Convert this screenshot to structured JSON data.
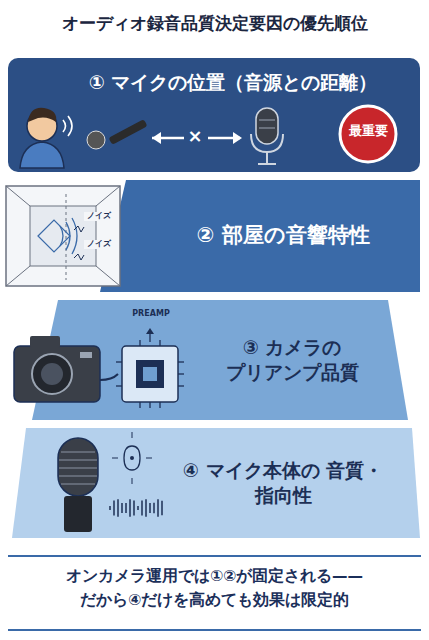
{
  "diagram": {
    "title": "オーディオ録音品質決定要因の優先順位",
    "caption": "オンカメラ運用では①②が固定される—— だから④だけを高めても効果は限定的",
    "nodes": [
      {
        "text": [
          "① マイクの位置（音源との距離）"
        ]
      },
      {
        "text": [
          "最重要"
        ],
        "in": 0
      },
      {
        "text": [
          "② 部屋の音響特性"
        ]
      },
      {
        "text": [
          "③ カメラの プリアンプ品質"
        ]
      },
      {
        "text": [
          "④ マイク本体の 音質・指向性"
        ]
      }
    ],
    "labels": [
      "×",
      "ノイズ",
      "ノイズ",
      "PREAMP"
    ]
  }
}
